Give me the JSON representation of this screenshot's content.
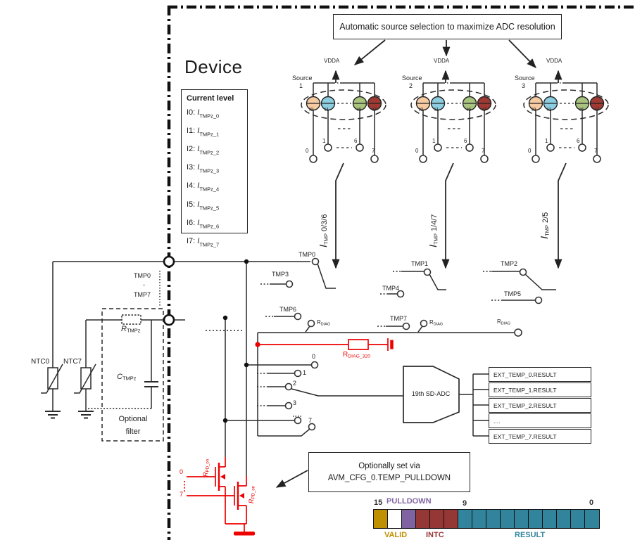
{
  "colors": {
    "gold": "#BF9000",
    "purple": "#8064A2",
    "red": "#953735",
    "teal": "#31849B",
    "wire_red": "#EE0000",
    "src_i0": "#F6CBA2",
    "src_i1": "#8CCDE0",
    "src_i6": "#A8C47E",
    "src_i7": "#9E3A33",
    "white": "#FFFFFF"
  },
  "device": {
    "label": "Device"
  },
  "top_note": {
    "text": "Automatic source selection to maximize ADC resolution"
  },
  "current_level": {
    "title": "Current level",
    "items": [
      {
        "idx": "I0: ",
        "sym": "I",
        "sub": "TMPz_0"
      },
      {
        "idx": "I1: ",
        "sym": "I",
        "sub": "TMPz_1"
      },
      {
        "idx": "I2: ",
        "sym": "I",
        "sub": "TMPz_2"
      },
      {
        "idx": "I3: ",
        "sym": "I",
        "sub": "TMPz_3"
      },
      {
        "idx": "I4: ",
        "sym": "I",
        "sub": "TMPz_4"
      },
      {
        "idx": "I5: ",
        "sym": "I",
        "sub": "TMPz_5"
      },
      {
        "idx": "I6: ",
        "sym": "I",
        "sub": "TMPz_6"
      },
      {
        "idx": "I7: ",
        "sym": "I",
        "sub": "TMPz_7"
      }
    ]
  },
  "sources": [
    {
      "name": "Source",
      "num": "1",
      "vdda": "VDDA",
      "currents": [
        "I0",
        "I1",
        "I6",
        "I7"
      ],
      "outputs": [
        "0",
        "1",
        "6",
        "7"
      ]
    },
    {
      "name": "Source",
      "num": "2",
      "vdda": "VDDA",
      "currents": [
        "I0",
        "I1",
        "I6",
        "I7"
      ],
      "outputs": [
        "0",
        "1",
        "6",
        "7"
      ]
    },
    {
      "name": "Source",
      "num": "3",
      "vdda": "VDDA",
      "currents": [
        "I0",
        "I1",
        "I6",
        "I7"
      ],
      "outputs": [
        "0",
        "1",
        "6",
        "7"
      ]
    }
  ],
  "itmp_arrows": [
    {
      "sym": "I",
      "sub": "TMP",
      "val": " 0/3/6"
    },
    {
      "sym": "I",
      "sub": "TMP",
      "val": " 1/4/7"
    },
    {
      "sym": "I",
      "sub": "TMP",
      "val": " 2/5"
    }
  ],
  "tmp_labels": {
    "tmp0": "TMP0",
    "tmp1": "TMP1",
    "tmp2": "TMP2",
    "tmp3": "TMP3",
    "tmp4": "TMP4",
    "tmp5": "TMP5",
    "tmp6": "TMP6",
    "tmp7": "TMP7"
  },
  "rdiag_label": {
    "sym": "R",
    "sub": "DIAG"
  },
  "diag": {
    "resistor": {
      "sym": "R",
      "sub": "DIAG_320"
    }
  },
  "pulldown": {
    "r_pd": {
      "sym": "R",
      "sub": "PD_on"
    },
    "in_top": "0",
    "in_bottom": "7"
  },
  "left": {
    "pin_range_top": "TMP0",
    "pin_range_dash": "-",
    "pin_range_bottom": "TMP7",
    "ntc0": "NTC0",
    "ntc7": "NTC7",
    "r_tmpz": {
      "sym": "R",
      "sub": "TMPz"
    },
    "c_tmpz": {
      "sym": "C",
      "sub": "TMPz"
    },
    "filter_line1": "Optional",
    "filter_line2": "filter"
  },
  "mux": {
    "in0": "0",
    "in1": "1",
    "in2": "2",
    "in3": "3",
    "in7": "7"
  },
  "adc": {
    "label": "19th SD-ADC"
  },
  "results": [
    "EXT_TEMP_0.RESULT",
    "EXT_TEMP_1.RESULT",
    "EXT_TEMP_2.RESULT",
    "....",
    "EXT_TEMP_7.RESULT"
  ],
  "pulldown_note": {
    "line1": "Optionally set via",
    "line2": "AVM_CFG_0.TEMP_PULLDOWN"
  },
  "register": {
    "bit15": "15",
    "bit9": "9",
    "bit0": "0",
    "label_pulldown": "PULLDOWN",
    "label_valid": "VALID",
    "label_intc": "INTC",
    "label_result": "RESULT",
    "cells": [
      "gold",
      "white",
      "purple",
      "red",
      "red",
      "red",
      "teal",
      "teal",
      "teal",
      "teal",
      "teal",
      "teal",
      "teal",
      "teal",
      "teal",
      "teal"
    ]
  }
}
